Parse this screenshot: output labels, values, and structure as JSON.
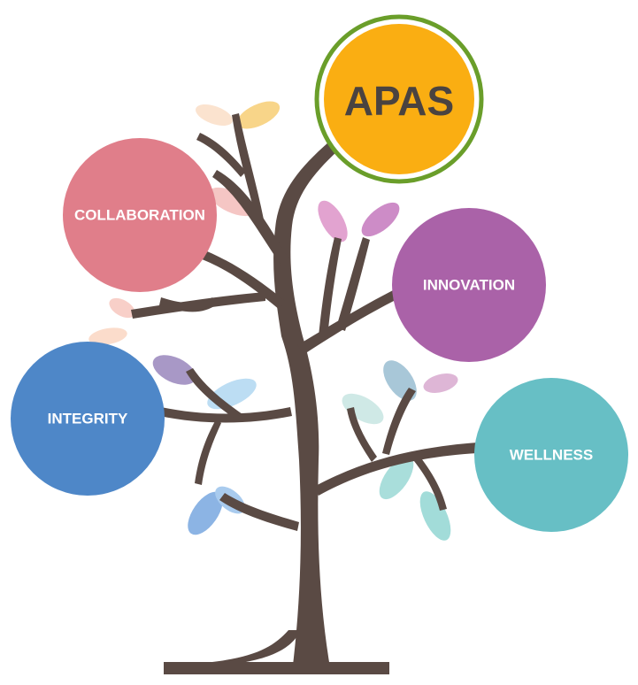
{
  "title": {
    "label": "APAS",
    "fill": "#FAAE12",
    "ring": "#6A9E2A",
    "text_color": "#4A4340"
  },
  "trunk_color": "#5A4A44",
  "values": [
    {
      "id": "collaboration",
      "label": "COLLABORATION",
      "color": "#E07E8A"
    },
    {
      "id": "innovation",
      "label": "INNOVATION",
      "color": "#AA62A8"
    },
    {
      "id": "integrity",
      "label": "INTEGRITY",
      "color": "#4E87C8"
    },
    {
      "id": "wellness",
      "label": "WELLNESS",
      "color": "#67BFC5"
    }
  ]
}
